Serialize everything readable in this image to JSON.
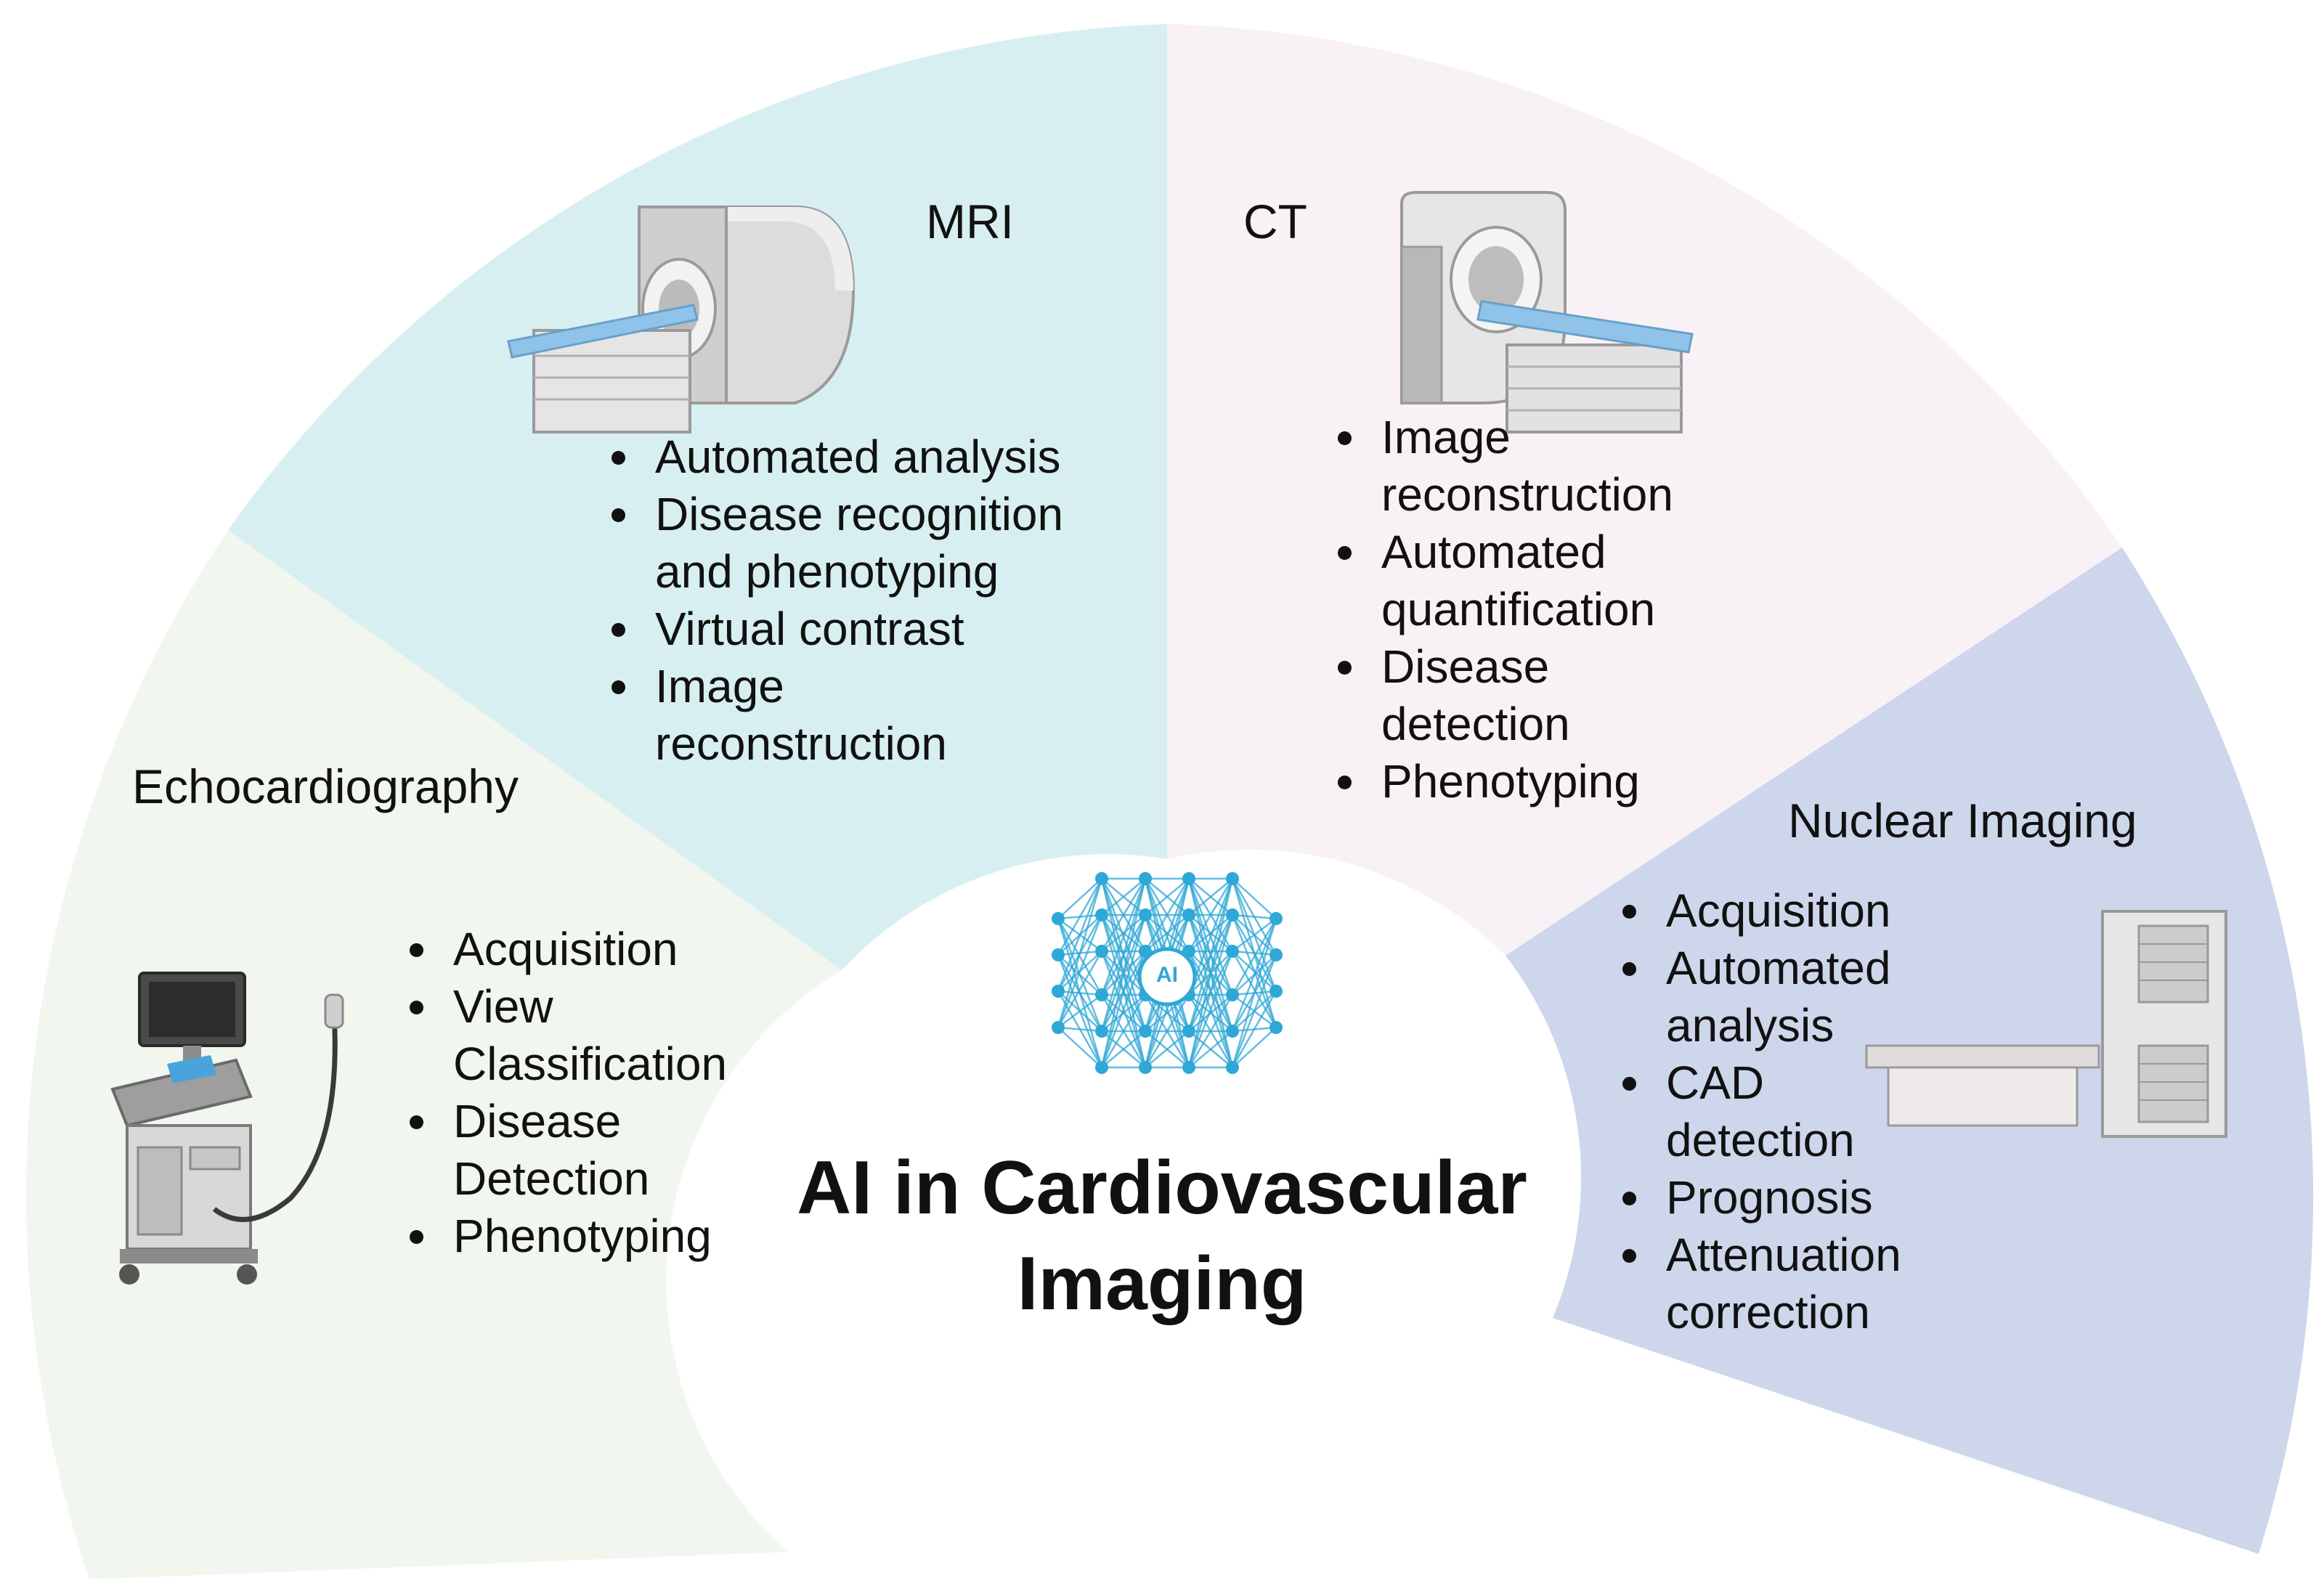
{
  "colors": {
    "echo_sector": "#f1f6ee",
    "mri_sector": "#d8eff1",
    "ct_sector": "#f8f1f6",
    "nuclear_sector": "#cdd6eb",
    "network_blue": "#2ea8d6",
    "text": "#111111"
  },
  "center": {
    "title_line1": "AI in Cardiovascular",
    "title_line2": "Imaging",
    "network_label": "AI"
  },
  "sectors": {
    "mri": {
      "label": "MRI",
      "items": [
        "Automated analysis",
        "Disease recognition",
        "and phenotyping",
        "Virtual contrast",
        "Image",
        "reconstruction"
      ],
      "icon": "mri-scanner-icon"
    },
    "ct": {
      "label": "CT",
      "items": [
        "Image",
        "reconstruction",
        "Automated",
        "quantification",
        "Disease",
        "detection",
        "Phenotyping"
      ],
      "icon": "ct-scanner-icon"
    },
    "echo": {
      "label": "Echocardiography",
      "items": [
        "Acquisition",
        "View",
        "Classification",
        "Disease",
        "Detection",
        "Phenotyping"
      ],
      "icon": "ultrasound-machine-icon"
    },
    "nuclear": {
      "label": "Nuclear Imaging",
      "items": [
        "Acquisition",
        "Automated",
        "analysis",
        "CAD",
        "detection",
        "Prognosis",
        "Attenuation",
        "correction"
      ],
      "icon": "spect-scanner-icon"
    }
  }
}
